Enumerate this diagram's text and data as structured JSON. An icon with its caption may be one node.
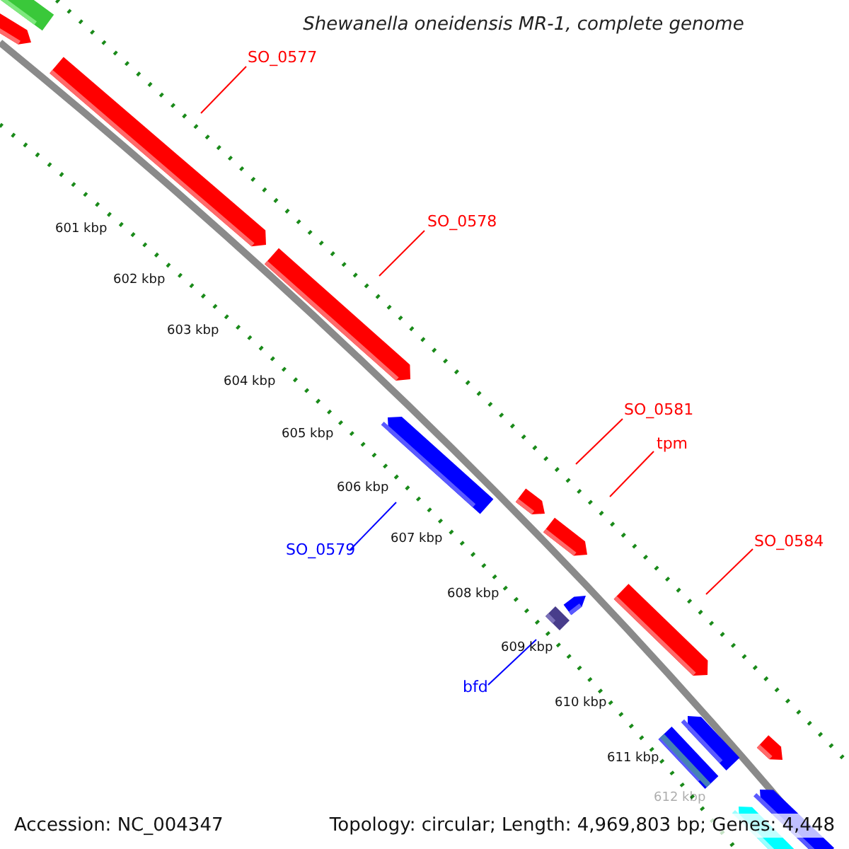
{
  "diagram": {
    "title": "Shewanella oneidensis MR-1, complete genome",
    "nodes": [
      {
        "text": [
          "SO_0577"
        ]
      },
      {
        "text": [],
        "shape": "bar"
      },
      {
        "text": [
          "SO_0578"
        ]
      },
      {
        "text": [],
        "shape": "bar"
      },
      {
        "text": [
          "SO_0581"
        ]
      },
      {
        "text": [],
        "shape": "bar"
      },
      {
        "text": [
          "tpm"
        ]
      },
      {
        "text": [],
        "shape": "bar"
      },
      {
        "text": [
          "SO_0579"
        ]
      },
      {
        "text": [],
        "shape": "bar"
      },
      {
        "text": [
          "SO_0584"
        ]
      },
      {
        "text": [],
        "shape": "bar"
      },
      {
        "text": [
          "bfd"
        ]
      },
      {
        "text": [],
        "shape": "box"
      },
      {
        "text": [],
        "shape": "bar"
      },
      {
        "text": [],
        "shape": "bar"
      },
      {
        "text": [],
        "shape": "bar"
      },
      {
        "text": [],
        "shape": "bar"
      },
      {
        "text": [],
        "shape": "bar"
      },
      {
        "text": [],
        "shape": "bar"
      },
      {
        "text": [],
        "shape": "bar"
      },
      {
        "text": [],
        "shape": "bar"
      }
    ],
    "edges": [
      {
        "from": 0,
        "to": 1,
        "arrow": "none"
      },
      {
        "from": 2,
        "to": 3,
        "arrow": "none"
      },
      {
        "from": 4,
        "to": 5,
        "arrow": "none"
      },
      {
        "from": 6,
        "to": 7,
        "arrow": "none"
      },
      {
        "from": 8,
        "to": 9,
        "arrow": "none",
        "color": "#0000ff"
      },
      {
        "from": 10,
        "to": 11,
        "arrow": "none"
      },
      {
        "from": 12,
        "to": 13,
        "arrow": "none",
        "color": "#0000ff"
      }
    ],
    "labels": [
      "601 kbp",
      "602 kbp",
      "603 kbp",
      "604 kbp",
      "605 kbp",
      "606 kbp",
      "607 kbp",
      "608 kbp",
      "609 kbp",
      "610 kbp",
      "611 kbp",
      "612 kbp",
      "Accession: NC_004347",
      "Topology: circular; Length: 4,969,803 bp; Genes: 4,448"
    ]
  }
}
